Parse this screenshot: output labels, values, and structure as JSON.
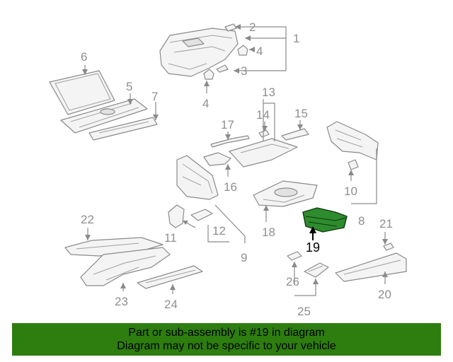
{
  "diagram": {
    "callouts": [
      "1",
      "2",
      "3",
      "4",
      "4",
      "5",
      "6",
      "7",
      "8",
      "9",
      "10",
      "11",
      "12",
      "13",
      "14",
      "15",
      "16",
      "17",
      "18",
      "19",
      "20",
      "21",
      "22",
      "23",
      "24",
      "25",
      "26"
    ],
    "highlighted_callout": "19",
    "colors": {
      "highlight": "#2e8b2e",
      "banner": "#2e7d0f",
      "line": "#8a8a8a"
    }
  },
  "banner": {
    "line1": "Part or sub-assembly is #19 in diagram",
    "line2": "Diagram may not be specific to your vehicle"
  }
}
